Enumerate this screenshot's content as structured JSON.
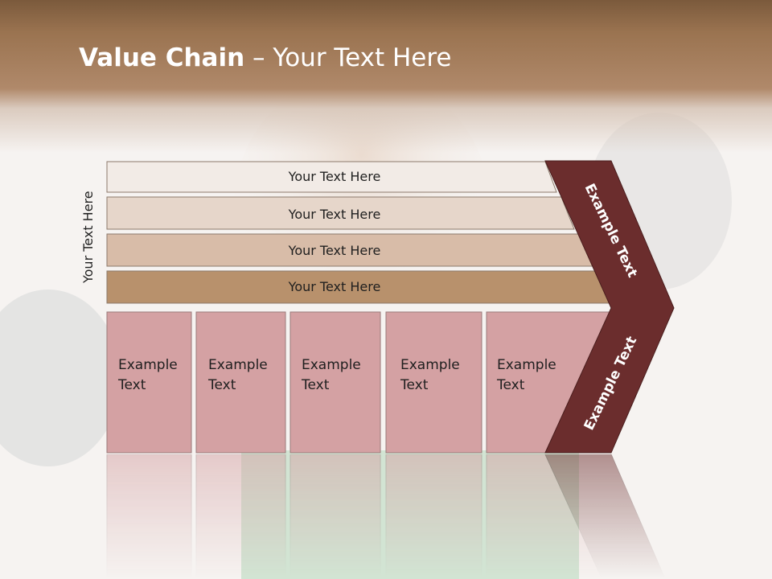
{
  "title": {
    "bold": "Value Chain",
    "rest": " – Your Text Here"
  },
  "side_label": "Your Text Here",
  "rows": [
    {
      "label": "Your Text Here",
      "fill": "#f2ebe6"
    },
    {
      "label": "Your Text Here",
      "fill": "#e6d6ca"
    },
    {
      "label": "Your Text Here",
      "fill": "#d8bca8"
    },
    {
      "label": "Your Text Here",
      "fill": "#b8916c"
    }
  ],
  "columns": [
    {
      "line1": "Example",
      "line2": "Text"
    },
    {
      "line1": "Example",
      "line2": "Text"
    },
    {
      "line1": "Example",
      "line2": "Text"
    },
    {
      "line1": "Example",
      "line2": "Text"
    },
    {
      "line1": "Example",
      "line2": "Text"
    }
  ],
  "chevron_top_label": "Example Text",
  "chevron_bottom_label": "Example Text",
  "colors": {
    "column_fill": "#d4a1a3",
    "chevron_fill": "#6b2d2d",
    "text": "#1f1f1f",
    "chevron_text": "#ffffff"
  }
}
